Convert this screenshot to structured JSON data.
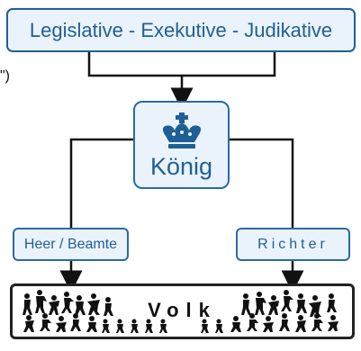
{
  "diagram": {
    "top_box": "Legislative - Exekutive - Judikative",
    "king_box": "König",
    "left_box": "Heer / Beamte",
    "right_box": "Richter",
    "bottom_box": "Volk",
    "edge_fragment": "\")",
    "accent_color": "#1f5f96",
    "box_fill": "#eaf3fc",
    "crown_icon": "crown-icon",
    "crowd_icon": "crowd-icon"
  }
}
